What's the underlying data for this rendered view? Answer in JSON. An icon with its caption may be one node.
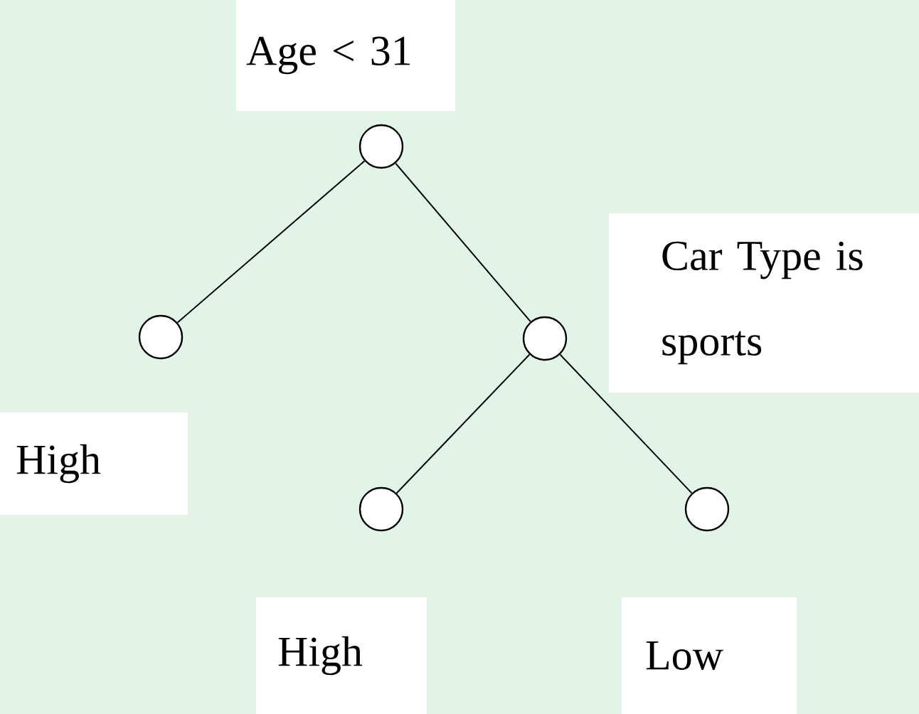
{
  "diagram": {
    "nodes": [
      {
        "text": [],
        "shape": "circle",
        "beside": [
          "Age < 31"
        ]
      },
      {
        "text": [],
        "shape": "circle",
        "beside": [
          "High"
        ]
      },
      {
        "text": [],
        "shape": "circle",
        "beside": [
          "Car Type is sports"
        ]
      },
      {
        "text": [],
        "shape": "circle",
        "beside": [
          "High"
        ]
      },
      {
        "text": [],
        "shape": "circle",
        "beside": [
          "Low"
        ]
      }
    ],
    "edges": [
      {
        "from": 0,
        "to": 1,
        "arrow": "none"
      },
      {
        "from": 0,
        "to": 2,
        "arrow": "none"
      },
      {
        "from": 2,
        "to": 3,
        "arrow": "none"
      },
      {
        "from": 2,
        "to": 4,
        "arrow": "none"
      }
    ]
  }
}
